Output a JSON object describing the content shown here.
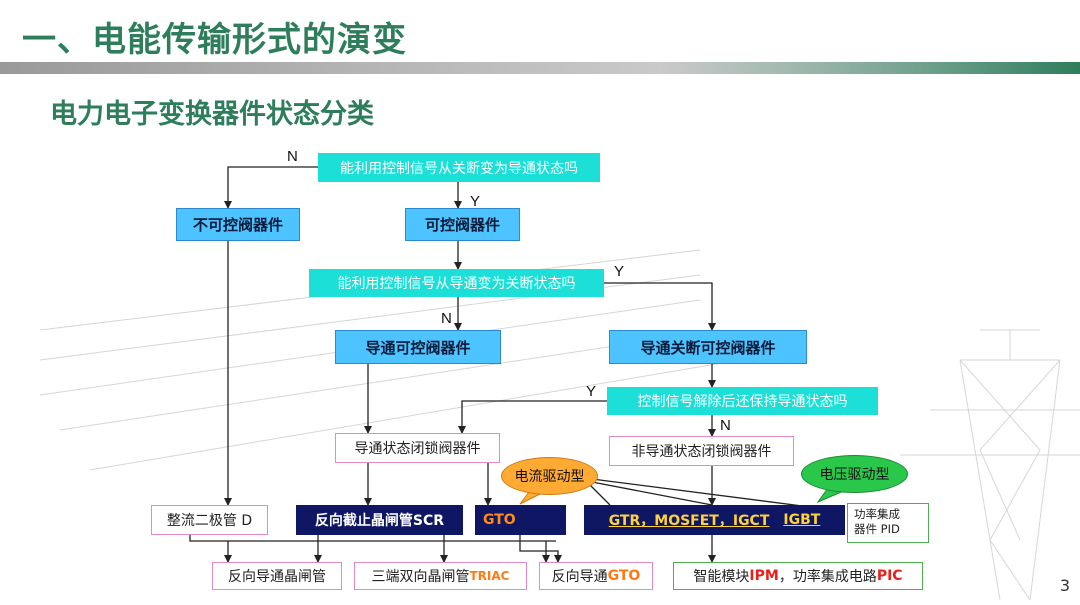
{
  "slide": {
    "title": "一、电能传输形式的演变",
    "subtitle": "电力电子变换器件状态分类",
    "page_number": "3"
  },
  "nodes": {
    "q_off_to_on": "能利用控制信号从关断变为导通状态吗",
    "uncontrollable": "不可控阀器件",
    "controllable": "可控阀器件",
    "q_on_to_off": "能利用控制信号从导通变为关断状态吗",
    "turn_on_controllable": "导通可控阀器件",
    "turn_off_controllable": "导通关断可控阀器件",
    "q_keep_on": "控制信号解除后还保持导通状态吗",
    "latching": "导通状态闭锁阀器件",
    "non_latching": "非导通状态闭锁阀器件",
    "diode": "整流二极管 D",
    "scr": "反向截止晶闸管SCR",
    "gto": "GTO",
    "gtr_group": "GTR，MOSFET，IGCT",
    "igbt": "IGBT",
    "pid_line1": "功率集成",
    "pid_line2": "器件 PID",
    "reverse_thyristor": "反向导通晶闸管",
    "triac_prefix": "三端双向晶闸管",
    "triac_suffix": "TRIAC",
    "reverse_gto_prefix": "反向导通",
    "reverse_gto_suffix": "GTO",
    "ipm_prefix": "智能模块",
    "ipm_code": "IPM",
    "ipm_mid": "，功率集成电路",
    "pic_code": "PIC"
  },
  "bubbles": {
    "current_driven": "电流驱动型",
    "voltage_driven": "电压驱动型"
  },
  "edge_labels": {
    "n1": "N",
    "y1": "Y",
    "y2": "Y",
    "n2": "N",
    "y3": "Y",
    "n3": "N"
  },
  "colors": {
    "theme_green": "#2e7d5b",
    "question_cyan": "#1ce0d8",
    "category_blue": "#4dc3ff",
    "device_navy": "#0f1663",
    "leaf_border_pink": "#e48ac8",
    "leaf_border_green": "#4caf50",
    "bubble_orange": "#ffaa33",
    "bubble_green": "#2ac84a"
  }
}
